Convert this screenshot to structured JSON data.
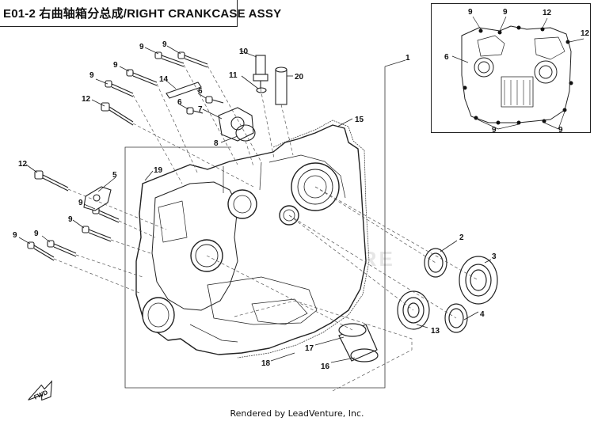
{
  "header": {
    "title": "E01-2 右曲轴箱分总成/RIGHT CRANKCASE ASSY"
  },
  "watermark": "ADVENTURE",
  "fwd_label": "FWD",
  "footer": {
    "text": "Rendered by LeadVenture, Inc."
  },
  "callouts": {
    "c1": "1",
    "c2": "2",
    "c3": "3",
    "c4": "4",
    "c5": "5",
    "c6": "6",
    "c6b": "6",
    "c7": "7",
    "c8": "8",
    "c9a": "9",
    "c9b": "9",
    "c9c": "9",
    "c9d": "9",
    "c9e": "9",
    "c9f": "9",
    "c9g": "9",
    "c9h": "9",
    "c9i": "9",
    "c10": "10",
    "c11": "11",
    "c12a": "12",
    "c12b": "12",
    "c13": "13",
    "c14": "14",
    "c15": "15",
    "c16": "16",
    "c17": "17",
    "c18": "18",
    "c19": "19",
    "c20": "20",
    "i9a": "9",
    "i9b": "9",
    "i12a": "12",
    "i12b": "12",
    "i6": "6",
    "i9c": "9",
    "i9d": "9"
  }
}
